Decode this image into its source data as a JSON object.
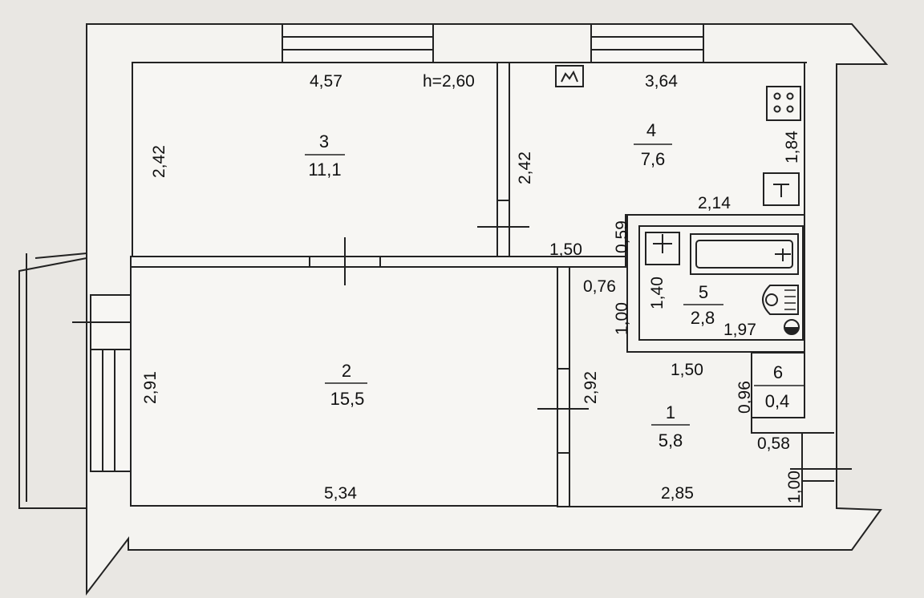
{
  "ceiling_height": "h=2,60",
  "rooms": [
    {
      "id": "room-1",
      "number": "1",
      "area": "5,8"
    },
    {
      "id": "room-2",
      "number": "2",
      "area": "15,5"
    },
    {
      "id": "room-3",
      "number": "3",
      "area": "11,1"
    },
    {
      "id": "room-4",
      "number": "4",
      "area": "7,6"
    },
    {
      "id": "room-5",
      "number": "5",
      "area": "2,8"
    },
    {
      "id": "room-6",
      "number": "6",
      "area": "0,4"
    }
  ],
  "dimensions": {
    "room3_width": "4,57",
    "room3_left_height": "2,42",
    "room3_right_height": "2,42",
    "room4_width": "3,64",
    "room4_height": "1,84",
    "bath_width": "2,14",
    "bath_height_top": "0,59",
    "hall_opening_width": "1,50",
    "bath_left_076": "0,76",
    "bath_left_140": "1,40",
    "bath_left_100": "1,00",
    "bath_right": "1,97",
    "hall_top_width": "1,50",
    "wc_height": "0,96",
    "wc_step": "0,58",
    "entrance_width": "1,00",
    "room2_height": "2,91",
    "room2_right_height": "2,92",
    "room2_width": "5,34",
    "room1_width": "2,85"
  },
  "icons": [
    "stove-icon",
    "sink-icon",
    "bathtub-icon",
    "toilet-icon",
    "boiler-icon",
    "radiator-icon"
  ]
}
